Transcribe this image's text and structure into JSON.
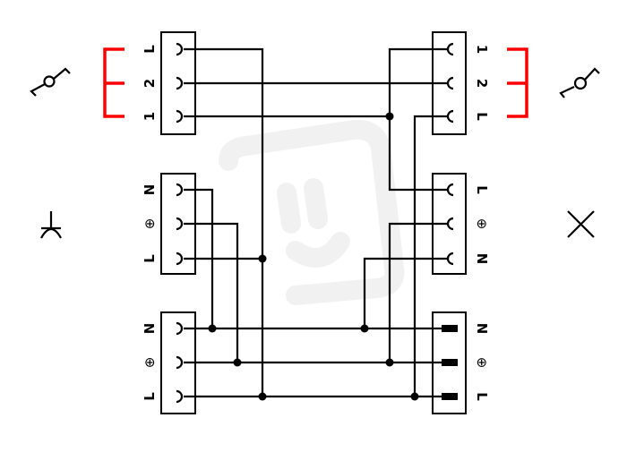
{
  "diagram": {
    "title": "Wiring diagram: two-way switches with sockets",
    "colors": {
      "wire": "#000000",
      "bracket": "#ff0000",
      "watermark": "#f0f0f0"
    },
    "left_switch": {
      "symbol": "two-way-switch-icon",
      "labels": [
        "L",
        "2",
        "1"
      ]
    },
    "right_switch": {
      "symbol": "two-way-switch-icon",
      "labels": [
        "1",
        "2",
        "L"
      ]
    },
    "left_socket": {
      "symbol": "socket-icon",
      "labels": [
        "N",
        "⊕",
        "L"
      ]
    },
    "right_lamp": {
      "symbol": "lamp-icon",
      "labels": [
        "L",
        "⊕",
        "N"
      ]
    },
    "left_supply": {
      "labels": [
        "N",
        "⊕",
        "L"
      ]
    },
    "right_supply": {
      "labels": [
        "N",
        "⊕",
        "L"
      ]
    }
  }
}
